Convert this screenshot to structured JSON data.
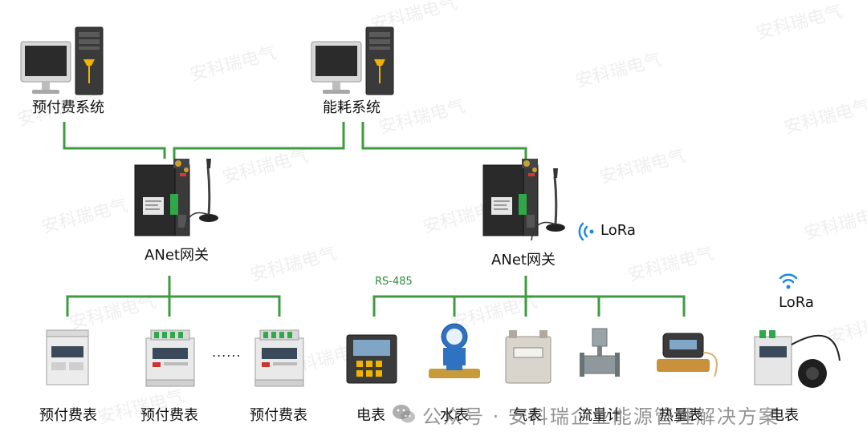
{
  "systems": {
    "prepaid": "预付费系统",
    "energy": "能耗系统"
  },
  "gateways": {
    "left": "ANet网关",
    "right": "ANet网关"
  },
  "bus_label": "RS-485",
  "lora": {
    "gateway": "LoRa",
    "meter": "LoRa"
  },
  "ellipsis": "......",
  "devices": {
    "prepaid_meter_1": "预付费表",
    "prepaid_meter_2": "预付费表",
    "prepaid_meter_3": "预付费表",
    "electric_meter": "电表",
    "water_meter": "水表",
    "gas_meter": "气表",
    "flow_meter": "流量计",
    "heat_meter": "热量表",
    "lora_electric_meter": "电表"
  },
  "watermark": "安科瑞电气",
  "footer": "公众号 · 安科瑞企业能源管理解决方案",
  "colors": {
    "line": "#3e9c3e",
    "accent_yellow": "#f0b400",
    "lora_blue": "#1e88e5"
  },
  "icons": [
    "desktop-computer-icon",
    "gateway-device-icon",
    "antenna-icon",
    "wifi-signal-icon",
    "wechat-icon"
  ]
}
